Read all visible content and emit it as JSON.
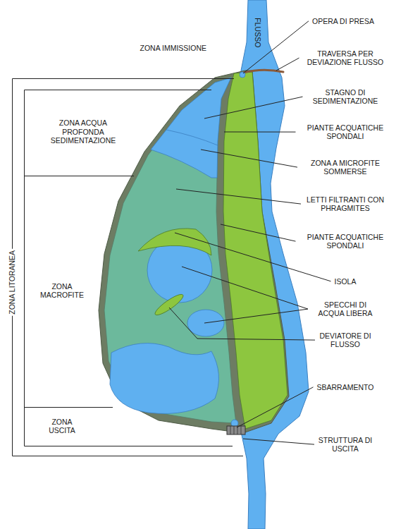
{
  "diagram": {
    "labels": [
      "ZONA IMMISSIONE",
      "FLUSSO",
      "OPERA DI PRESA",
      "TRAVERSA PER DEVIAZIONE FLUSSO",
      "STAGNO DI SEDIMENTAZIONE",
      "PIANTE ACQUATICHE SPONDALI",
      "ZONA ACQUA PROFONDA SEDIMENTAZIONE",
      "ZONA A MICROFITE SOMMERSE",
      "LETTI FILTRANTI CON PHRAGMITES",
      "PIANTE ACQUATICHE SPONDALI",
      "ZONA LITORANEA",
      "ZONA MACROFITE",
      "ISOLA",
      "SPECCHI DI ACQUA LIBERA",
      "DEVIATORE DI FLUSSO",
      "SBARRAMENTO",
      "ZONA USCITA",
      "STRUTTURA DI USCITA"
    ]
  }
}
